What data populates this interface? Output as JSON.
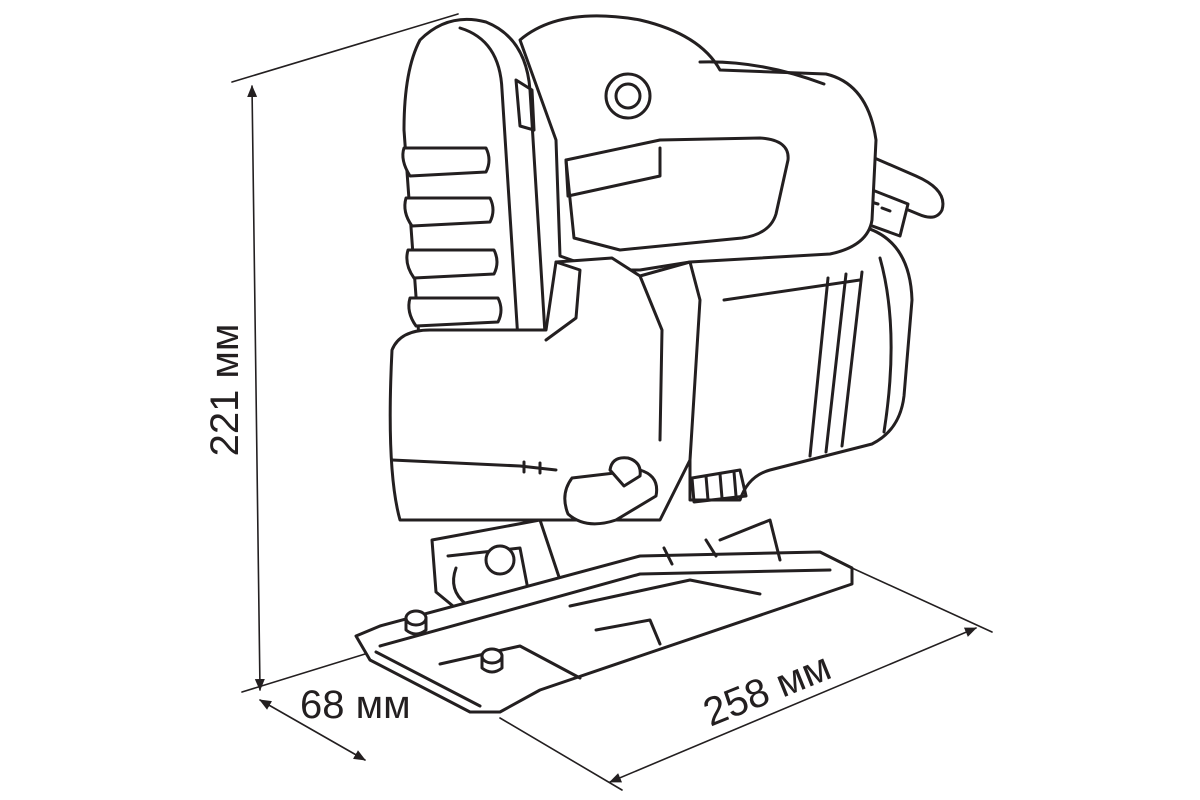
{
  "dimensions": {
    "height": "221 мм",
    "width": "68 мм",
    "length": "258 мм"
  }
}
